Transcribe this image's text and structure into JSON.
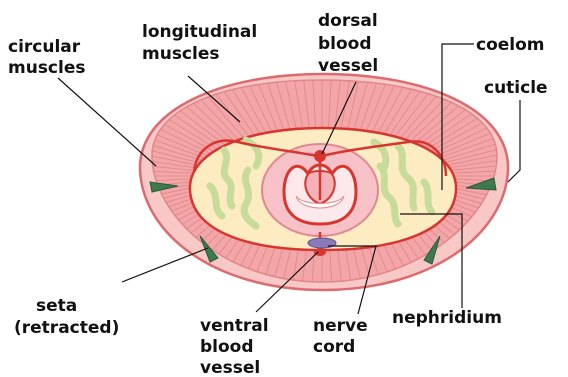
{
  "labels": {
    "circular": [
      "circular",
      "muscles"
    ],
    "longitudinal": [
      "longitudinal",
      "muscles"
    ],
    "dorsal": [
      "dorsal",
      "blood",
      "vessel"
    ],
    "coelom": [
      "coelom"
    ],
    "cuticle": [
      "cuticle"
    ],
    "nephridium": [
      "nephridium"
    ],
    "seta": [
      "seta",
      "(retracted)"
    ],
    "ventral": [
      "ventral",
      "blood",
      "vessel"
    ],
    "nerve": [
      "nerve",
      "cord"
    ]
  },
  "colors": {
    "cuticle_outline": "#dd6a6e",
    "muscle_pink": "#f3a6a8",
    "muscle_stripe": "#d9787c",
    "coelom_fill": "#fdebc1",
    "vessel_red": "#d8352f",
    "nephridium_green": "#c8dc9a",
    "gut_fill": "#f6c2c8",
    "nerve_cord": "#8a7bb8"
  }
}
